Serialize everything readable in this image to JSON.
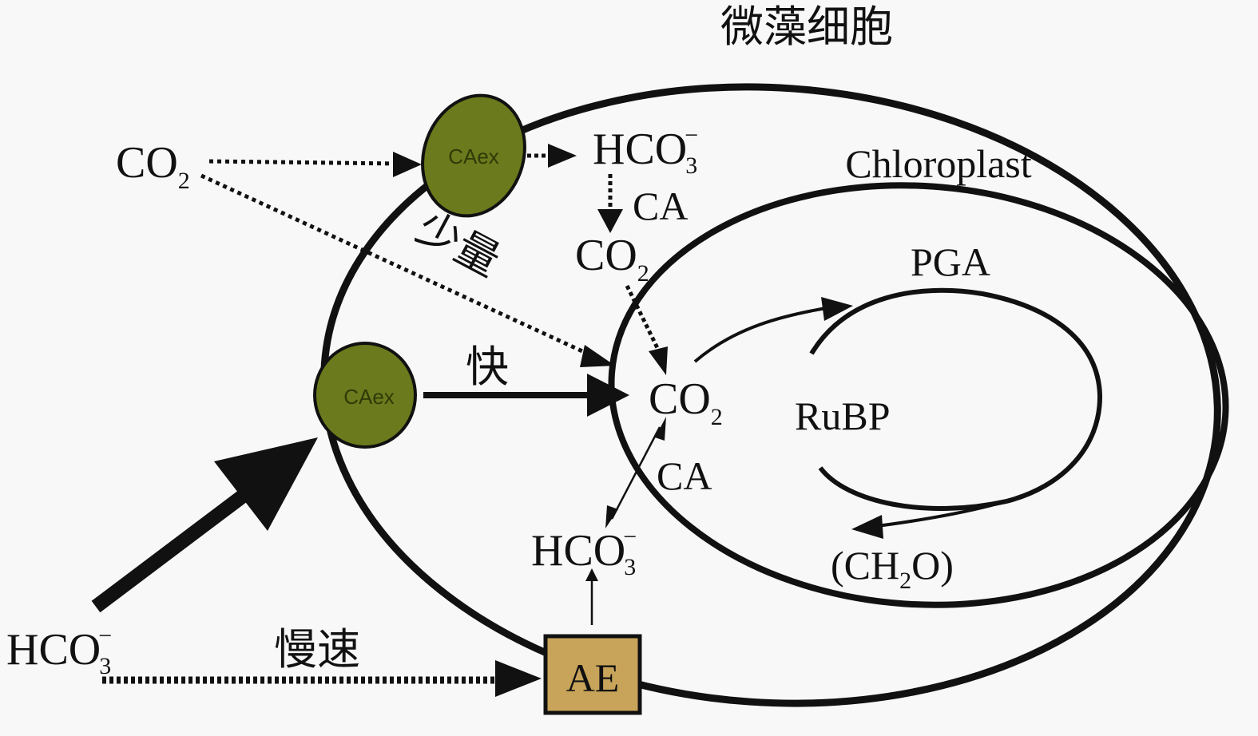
{
  "title": "微藻细胞",
  "chloroplast_label": "Chloroplast",
  "colors": {
    "background": "#f8f8f8",
    "line": "#111111",
    "caex_fill": "#6b7a1c",
    "ae_fill": "#c8a45a"
  },
  "transporters": {
    "caex_top": "CAex",
    "caex_mid": "CAex",
    "ae": "AE"
  },
  "species": {
    "co2_outside": {
      "base": "CO",
      "sub": "2",
      "sup": ""
    },
    "hco3_outside": {
      "base": "HCO",
      "sub": "3",
      "sup": "−"
    },
    "hco3_periplasm": {
      "base": "HCO",
      "sub": "3",
      "sup": "−"
    },
    "co2_cytosol": {
      "base": "CO",
      "sub": "2",
      "sup": ""
    },
    "co2_chloroplast": {
      "base": "CO",
      "sub": "2",
      "sup": ""
    },
    "hco3_cytosol": {
      "base": "HCO",
      "sub": "3",
      "sup": "−"
    }
  },
  "enzymes": {
    "ca_top": "CA",
    "ca_bottom": "CA"
  },
  "flow_labels": {
    "small_amount": "少量",
    "fast": "快",
    "slow": "慢速"
  },
  "calvin_cycle": {
    "pga": "PGA",
    "rubp": "RuBP",
    "ch2o": {
      "pre": "(CH",
      "sub": "2",
      "post": "O)"
    }
  }
}
